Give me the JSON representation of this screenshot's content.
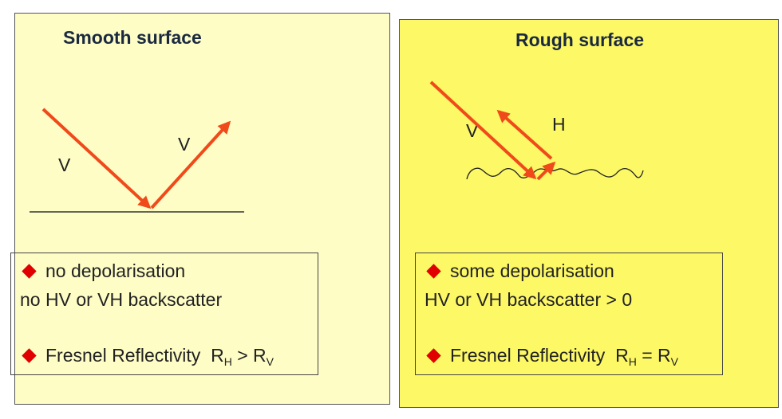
{
  "smooth": {
    "title": "Smooth surface",
    "incident_label": "V",
    "reflected_label": "V",
    "bullet1": "no depolarisation",
    "line2": "no HV or VH backscatter",
    "fresnel_prefix": "Fresnel Reflectivity",
    "r1": "R",
    "r1_sub": "H",
    "operator": ">",
    "r2": "R",
    "r2_sub": "V"
  },
  "rough": {
    "title": "Rough surface",
    "incident_label": "V",
    "backscatter_label": "H",
    "bullet1": "some depolarisation",
    "line2": "HV or VH backscatter > 0",
    "fresnel_prefix": "Fresnel Reflectivity",
    "r1": "R",
    "r1_sub": "H",
    "operator": "=",
    "r2": "R",
    "r2_sub": "V"
  },
  "colors": {
    "arrow": "#f04a1a",
    "bullet": "#e00000",
    "left_panel": "#fefdc6",
    "right_panel": "#fcf866",
    "title": "#1a2940"
  }
}
